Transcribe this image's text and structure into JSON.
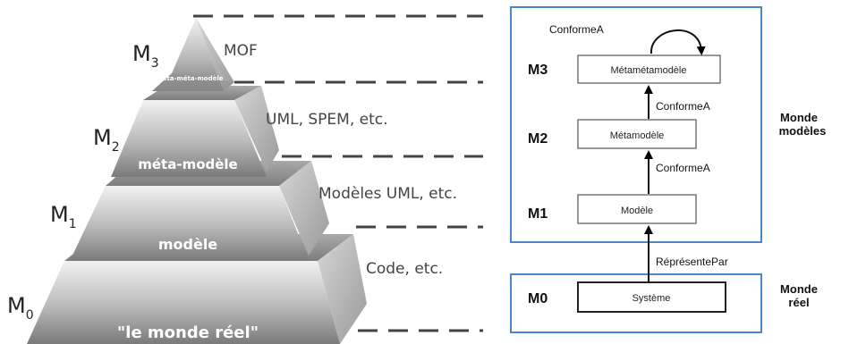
{
  "pyramid": {
    "levels": [
      {
        "label": "M",
        "sub": "3",
        "inner": "méta-méta-modèle",
        "side": "MOF"
      },
      {
        "label": "M",
        "sub": "2",
        "inner": "méta-modèle",
        "side": "UML, SPEM, etc."
      },
      {
        "label": "M",
        "sub": "1",
        "inner": "modèle",
        "side": "Modèles UML, etc."
      },
      {
        "label": "M",
        "sub": "0",
        "inner": "\"le monde réel\"",
        "side": "Code, etc."
      }
    ]
  },
  "layers": {
    "m3": {
      "level": "M3",
      "box": "Métamétamodèle"
    },
    "m2": {
      "level": "M2",
      "box": "Métamodèle"
    },
    "m1": {
      "level": "M1",
      "box": "Modèle"
    },
    "m0": {
      "level": "M0",
      "box": "Système"
    }
  },
  "relations": {
    "self_loop": "ConformeA",
    "m2_to_m3": "ConformeA",
    "m1_to_m2": "ConformeA",
    "m0_to_m1": "RéprésentePar"
  },
  "groups": {
    "models_line1": "Monde",
    "models_line2": "modèles",
    "real_line1": "Monde",
    "real_line2": "réel"
  },
  "colors": {
    "frame": "#4a86c8",
    "box_border": "#555555",
    "pyramid_dark": "#6e6e6e",
    "pyramid_light": "#ececec"
  }
}
